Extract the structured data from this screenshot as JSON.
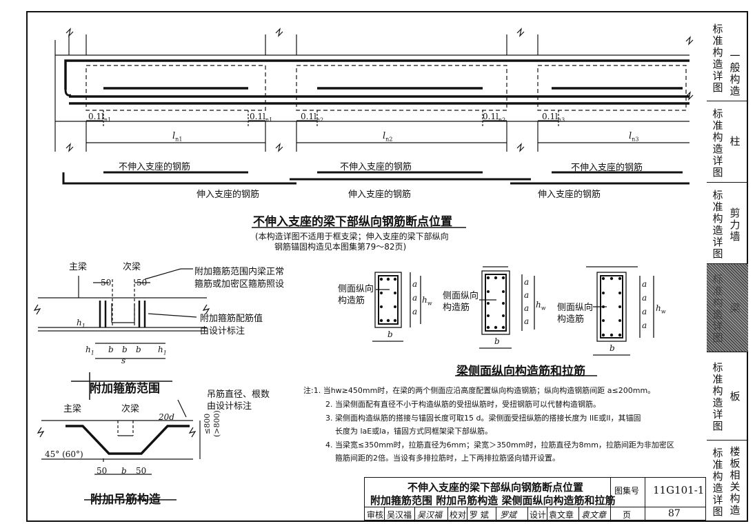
{
  "top_diagram": {
    "title": "不伸入支座的梁下部纵向钢筋断点位置",
    "note_line1": "(本构造详图不适用于框支梁；伸入支座的梁下部纵向",
    "note_line2": "钢筋锚固构造见本图集第79～82页)",
    "labels": {
      "a1": "0.1l",
      "s1": "n1",
      "a2": "0.1l",
      "s2": "n1",
      "a3": "0.1l",
      "s3": "n2",
      "a4": "0.1l",
      "s4": "n2",
      "a5": "0.1l",
      "s5": "n3",
      "ln1": "l",
      "ln1s": "n1",
      "ln2": "l",
      "ln2s": "n2",
      "ln3": "l",
      "ln3s": "n3"
    },
    "not_into_1": "不伸入支座的钢筋",
    "not_into_2": "不伸入支座的钢筋",
    "not_into_3": "不伸入支座的钢筋",
    "into_1": "伸入支座的钢筋",
    "into_2": "伸入支座的钢筋",
    "into_3": "伸入支座的钢筋"
  },
  "stirrup": {
    "main_beam": "主梁",
    "sec_beam": "次梁",
    "dim50a": "50",
    "dim50b": "50",
    "note1_l1": "附加箍筋范围内梁正常",
    "note1_l2": "箍筋或加密区箍筋照设",
    "note2_l1": "附加箍筋配筋值",
    "note2_l2": "由设计标注",
    "h1": "h",
    "h1s": "1",
    "dims_h1a": "h",
    "dims_h1as": "1",
    "dims_b1": "b",
    "dims_b2": "b",
    "dims_b3": "b",
    "dims_h1b": "h",
    "dims_h1bs": "1",
    "dims_s": "s",
    "title": "附加箍筋范围"
  },
  "hanger": {
    "note_l1": "吊筋直径、根数",
    "note_l2": "由设计标注",
    "main_beam": "主梁",
    "sec_beam": "次梁",
    "d20": "20d",
    "angle": "45° (60°)",
    "dim_a": "50",
    "dim_b": "b",
    "dim_c": "50",
    "v1": "≤800",
    "v2": "(>800)",
    "title": "附加吊筋构造"
  },
  "side_bars": {
    "label1_l1": "侧面纵向",
    "label1_l2": "构造筋",
    "label2_l1": "侧面纵向",
    "label2_l2": "构造筋",
    "label3_l1": "侧面纵向",
    "label3_l2": "构造筋",
    "a": "a",
    "hw": "h",
    "hws": "w",
    "b": "b",
    "title": "梁侧面纵向构造筋和拉筋"
  },
  "notes": [
    "注:1. 当hw≥450mm时，在梁的两个侧面应沿高度配置纵向构造钢筋；纵向构造钢筋间距 a≤200mm。",
    "2. 当梁侧面配有直径不小于构造纵筋的受扭纵筋时，受扭钢筋可以代替构造钢筋。",
    "3. 梁侧面构造纵筋的搭接与锚固长度可取15 d。梁侧面受扭纵筋的搭接长度为 lIE或lI，其锚固",
    "长度为 laE或la，锚固方式同框架梁下部纵筋。",
    "4. 当梁宽≤350mm时，拉筋直径为6mm；梁宽＞350mm时，拉筋直径为8mm，拉筋间距为非加密区",
    "箍筋间距的2倍。当设有多排拉筋时，上下两排拉筋竖向错开设置。"
  ],
  "title_block": {
    "line1": "不伸入支座的梁下部纵向钢筋断点位置",
    "line2": "附加箍筋范围  附加吊筋构造  梁侧面纵向构造筋和拉筋",
    "atlas_label": "图集号",
    "atlas_no": "11G101-1",
    "row": [
      "审核",
      "吴汉福",
      "吴汉福",
      "校对",
      "罗 斌",
      "罗斌",
      "设计",
      "袁文章",
      "袁文章",
      "页",
      "87"
    ]
  },
  "sidebar": [
    {
      "left": "标准构造详图",
      "right": "一般构造"
    },
    {
      "left": "标准构造详图",
      "right": "柱"
    },
    {
      "left": "标准构造详图",
      "right": "剪力墙"
    },
    {
      "left": "标准构造详图",
      "right": "梁"
    },
    {
      "left": "标准构造详图",
      "right": "板"
    },
    {
      "left": "标准构造详图",
      "right": "楼板相关构造"
    }
  ]
}
